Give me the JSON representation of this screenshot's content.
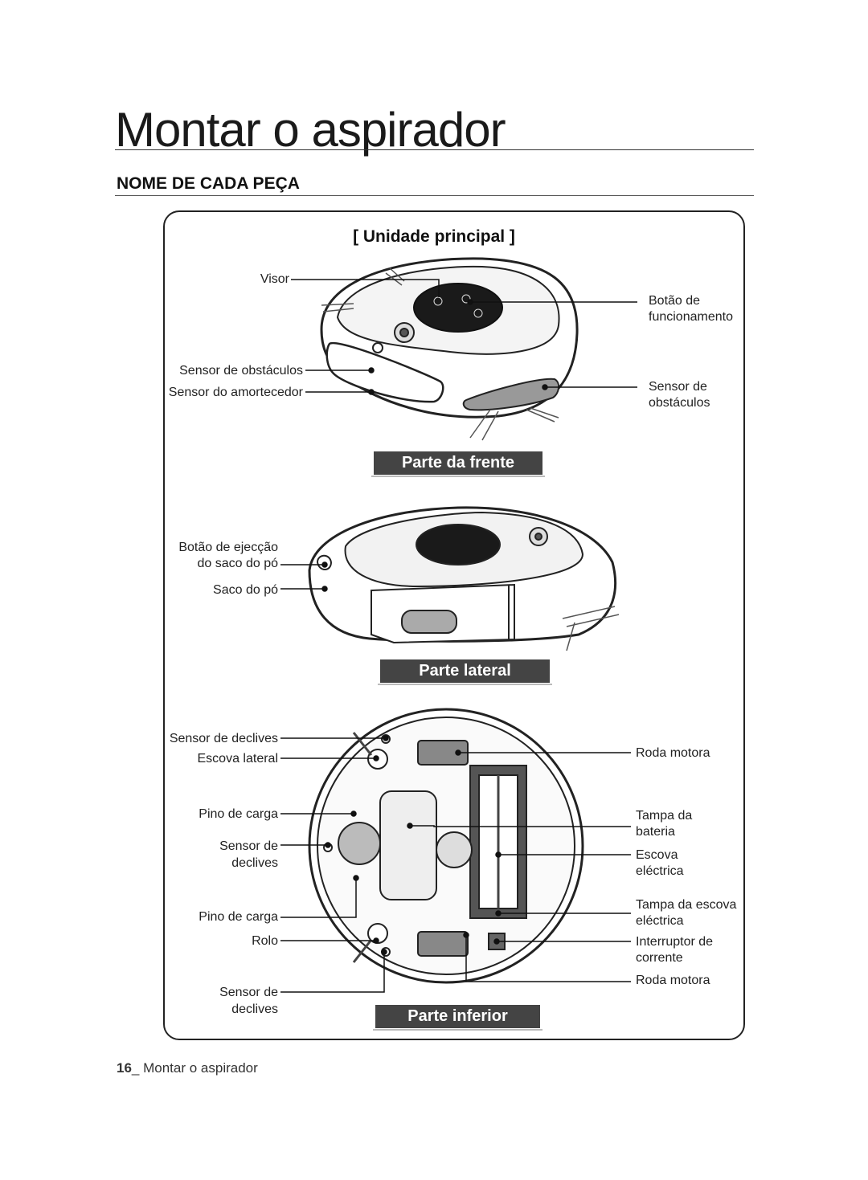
{
  "page": {
    "title": "Montar o aspirador",
    "section": "NOME DE CADA PEÇA",
    "unit_title": "[ Unidade principal ]",
    "footer_number": "16",
    "footer_text": "_ Montar o aspirador"
  },
  "front": {
    "caption": "Parte da frente",
    "labels": {
      "display": "Visor",
      "obstacle_sensor_left": "Sensor de obstáculos",
      "bumper_sensor": "Sensor do amortecedor",
      "power_button_1": "Botão de",
      "power_button_2": "funcionamento",
      "obstacle_sensor_right_1": "Sensor de",
      "obstacle_sensor_right_2": "obstáculos"
    }
  },
  "side": {
    "caption": "Parte lateral",
    "labels": {
      "eject_button_1": "Botão de ejecção",
      "eject_button_2": "do saco do pó",
      "dust_bag": "Saco do pó"
    }
  },
  "bottom": {
    "caption": "Parte inferior",
    "labels": {
      "cliff_sensor_top": "Sensor de declives",
      "side_brush": "Escova lateral",
      "charge_pin_top": "Pino de carga",
      "cliff_sensor_mid_1": "Sensor de",
      "cliff_sensor_mid_2": "declives",
      "charge_pin_bottom": "Pino de carga",
      "roller": "Rolo",
      "cliff_sensor_bot_1": "Sensor de",
      "cliff_sensor_bot_2": "declives",
      "drive_wheel_top": "Roda motora",
      "battery_cover_1": "Tampa da",
      "battery_cover_2": "bateria",
      "power_brush_1": "Escova",
      "power_brush_2": "eléctrica",
      "brush_cover_1": "Tampa da escova",
      "brush_cover_2": "eléctrica",
      "power_switch_1": "Interruptor de",
      "power_switch_2": "corrente",
      "drive_wheel_bottom": "Roda motora"
    }
  }
}
